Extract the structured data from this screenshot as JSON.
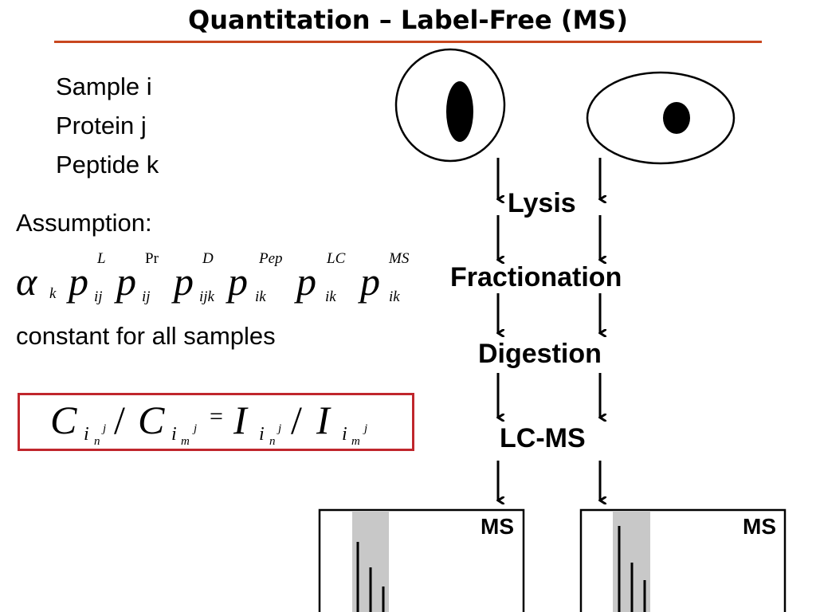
{
  "title": "Quantitation – Label-Free (MS)",
  "definitions": [
    "Sample i",
    "Protein j",
    "Peptide k"
  ],
  "assumption_label": "Assumption:",
  "constant_text": "constant for all samples",
  "formula": {
    "alpha": "α",
    "alpha_sub": "k",
    "terms": [
      {
        "sym": "p",
        "sup": "L",
        "sub": "ij"
      },
      {
        "sym": "p",
        "sup": "Pr",
        "sub": "ij"
      },
      {
        "sym": "p",
        "sup": "D",
        "sub": "ijk"
      },
      {
        "sym": "p",
        "sup": "Pep",
        "sub": "ik"
      },
      {
        "sym": "p",
        "sup": "LC",
        "sub": "ik"
      },
      {
        "sym": "p",
        "sup": "MS",
        "sub": "ik"
      }
    ]
  },
  "equation": {
    "C": "C",
    "I": "I",
    "i": "i",
    "j": "j",
    "n": "n",
    "m": "m",
    "slash": "/",
    "equals": "="
  },
  "steps": [
    "Lysis",
    "Fractionation",
    "Digestion",
    "LC-MS"
  ],
  "ms_label": "MS",
  "colors": {
    "accent_rule": "#c8471f",
    "box_border": "#c0262c",
    "highlight": "#c8c8c8"
  }
}
